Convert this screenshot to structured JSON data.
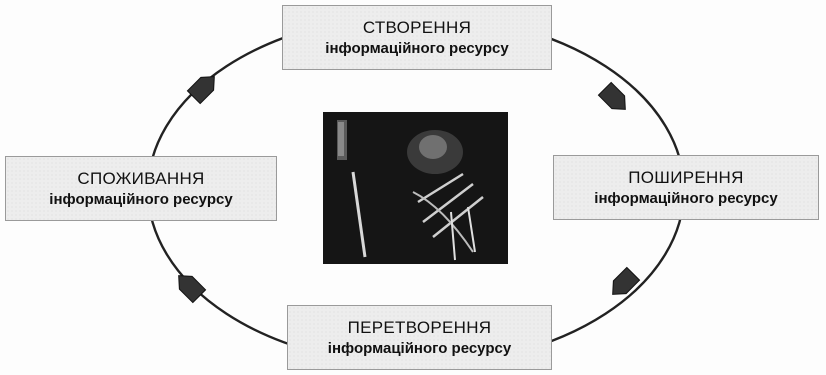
{
  "stages": {
    "create": {
      "title": "СТВОРЕННЯ",
      "subtitle": "інформаційного ресурсу"
    },
    "spread": {
      "title": "ПОШИРЕННЯ",
      "subtitle": "інформаційного ресурсу"
    },
    "transform": {
      "title": "ПЕРЕТВОРЕННЯ",
      "subtitle": "інформаційного ресурсу"
    },
    "consume": {
      "title": "СПОЖИВАННЯ",
      "subtitle": "інформаційного ресурсу"
    }
  },
  "cycle_direction": "clockwise",
  "arrow_icon": "diamond-arrow-icon",
  "center_image": "dark-photo",
  "colors": {
    "box_fill": "#ededed",
    "line": "#222222",
    "arrow": "#333333",
    "photo": "#141414"
  }
}
